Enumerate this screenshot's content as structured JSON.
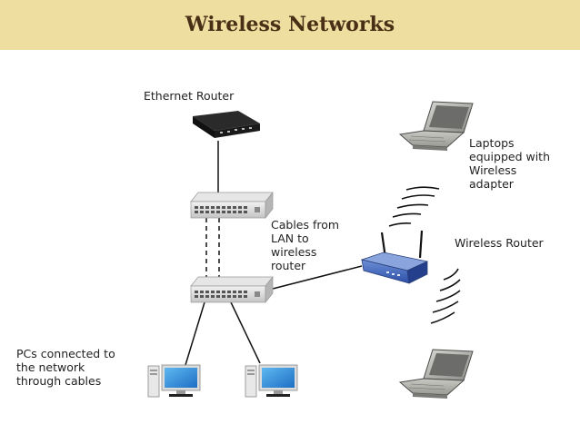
{
  "slide": {
    "title": "Wireless Networks",
    "title_color": "#4a2f17",
    "band_color": "#eedfa0"
  },
  "labels": {
    "ethernet_router": "Ethernet Router",
    "cables": "Cables from\nLAN to\nwireless\nrouter",
    "wireless_router": "Wireless Router",
    "laptops": "Laptops\nequipped with\nWireless\nadapter",
    "pcs": "PCs connected to\nthe network\nthrough cables"
  },
  "icons": {
    "ethernet_router": "ethernet-router-icon",
    "switch": "network-switch-icon",
    "wireless_router": "wireless-router-icon",
    "laptop": "laptop-icon",
    "pc": "desktop-pc-icon",
    "signal": "wireless-signal-icon"
  }
}
